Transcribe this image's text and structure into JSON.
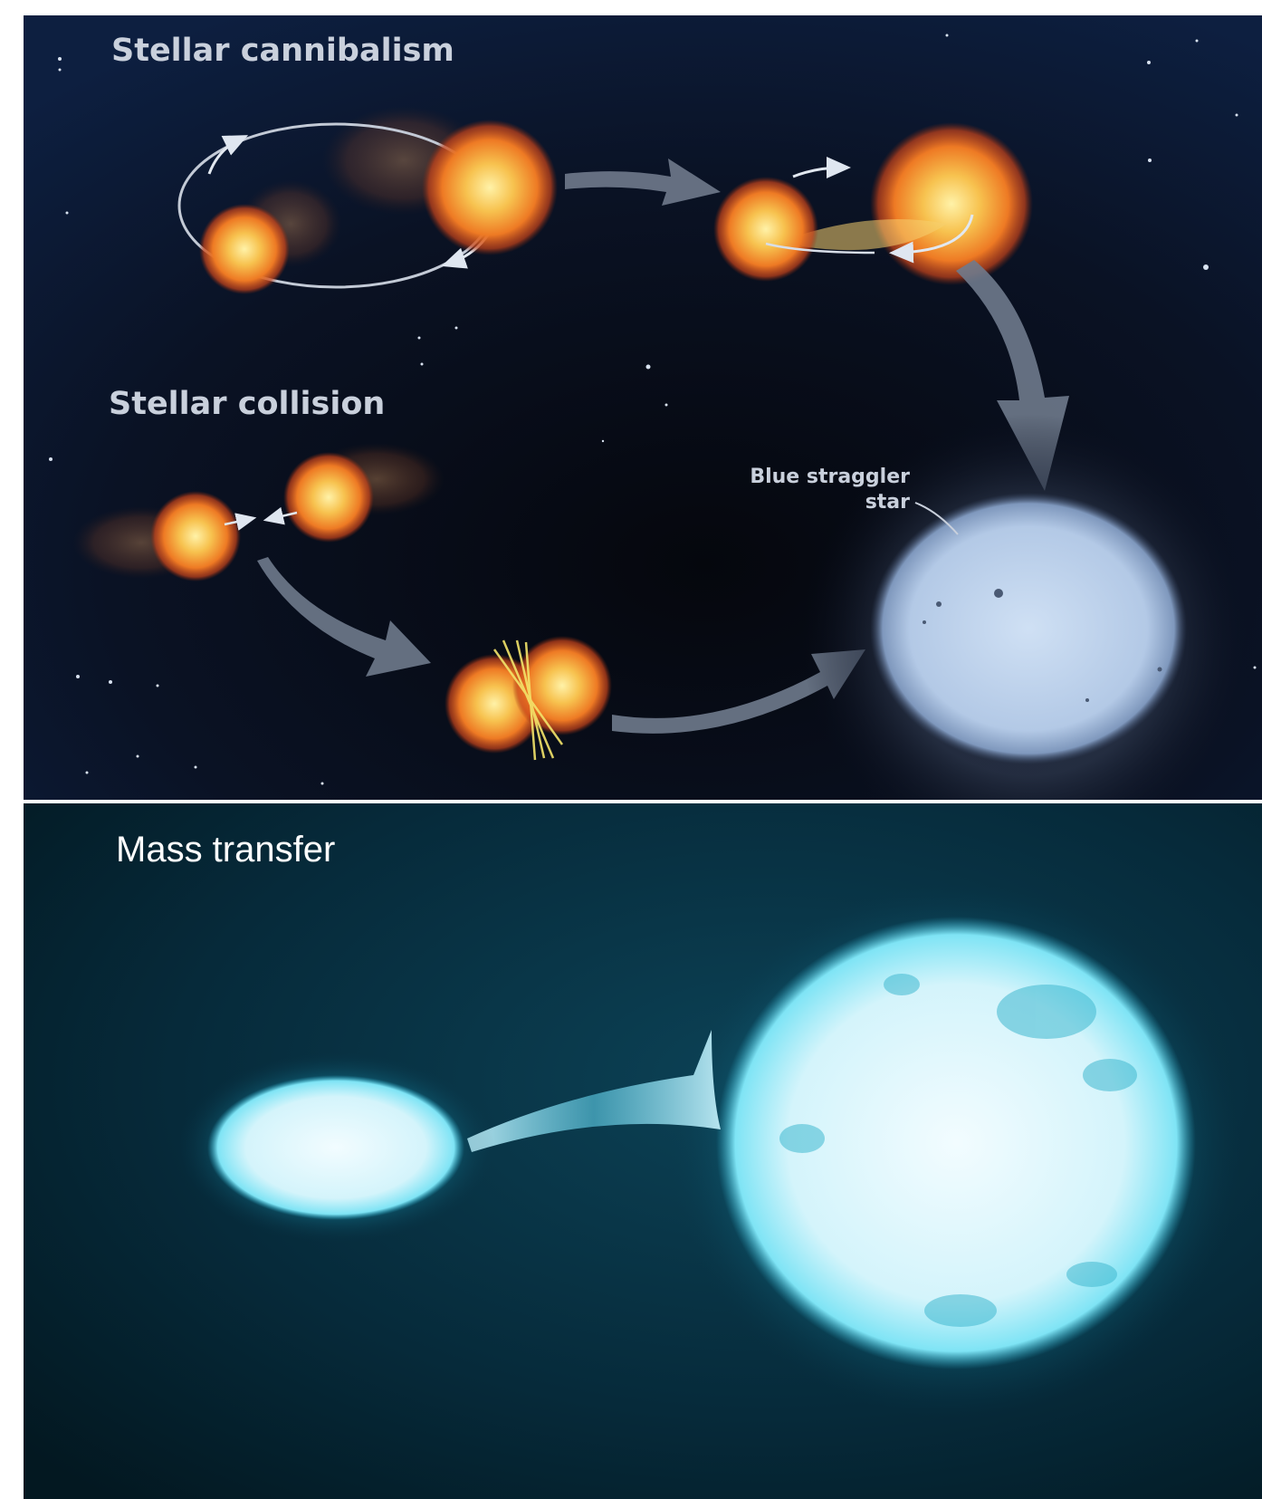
{
  "top_panel": {
    "cannibalism_title": "Stellar cannibalism",
    "collision_title": "Stellar collision",
    "blue_straggler_label_line1": "Blue straggler",
    "blue_straggler_label_line2": "star"
  },
  "bottom_panel": {
    "title": "Mass transfer"
  },
  "colors": {
    "top_background": "#0a0f1e",
    "bottom_background": "#062433",
    "orange_star": "#f28a2e",
    "blue_star": "#bcd3ee",
    "cyan_star": "#a9f1ff",
    "arrow": "#6f7a8c"
  }
}
